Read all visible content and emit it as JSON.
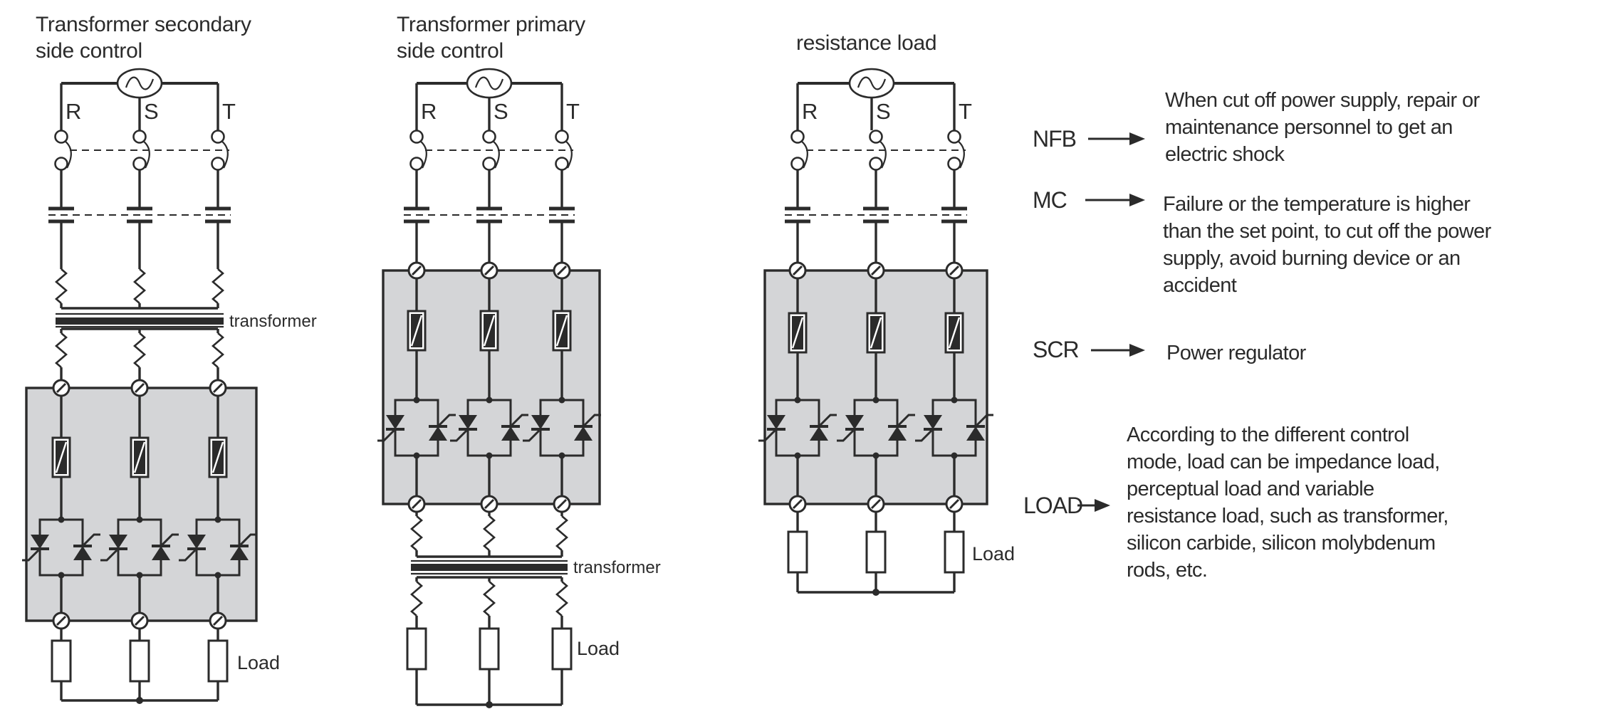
{
  "figure": {
    "diagrams": [
      {
        "title": "Transformer secondary\nside control",
        "phases": {
          "r": "R",
          "s": "S",
          "t": "T"
        },
        "transformer_label": "transformer",
        "load_label": "Load"
      },
      {
        "title": "Transformer primary\nside control",
        "phases": {
          "r": "R",
          "s": "S",
          "t": "T"
        },
        "transformer_label": "transformer",
        "load_label": "Load"
      },
      {
        "title": "resistance load",
        "phases": {
          "r": "R",
          "s": "S",
          "t": "T"
        },
        "load_label": "Load"
      }
    ],
    "legend": [
      {
        "term": "NFB",
        "description": "When cut off power supply, repair or\nmaintenance personnel to get an\nelectric shock"
      },
      {
        "term": "MC",
        "description": "Failure or the temperature is higher\nthan the set point, to cut off the power\nsupply, avoid burning device or an\naccident"
      },
      {
        "term": "SCR",
        "description": "Power regulator"
      },
      {
        "term": "LOAD",
        "description": "According to the different control\nmode, load can be impedance load,\nperceptual load and variable\nresistance load, such as transformer,\nsilicon carbide, silicon molybdenum\nrods, etc."
      }
    ],
    "colors": {
      "ink": "#2b2b2b",
      "panel_fill": "#d4d5d7"
    }
  }
}
